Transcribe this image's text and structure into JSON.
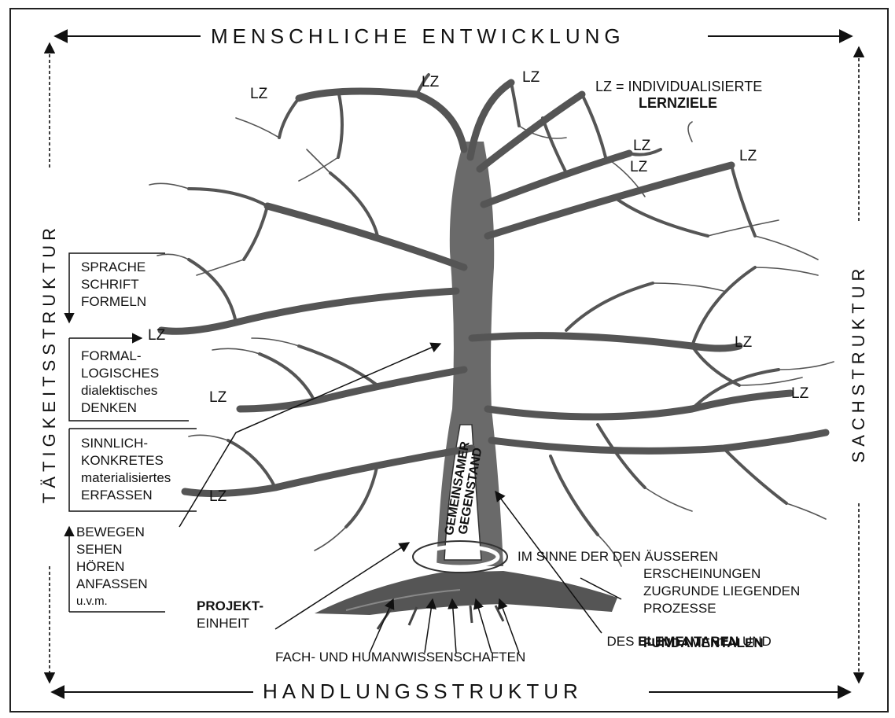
{
  "titles": {
    "top": "MENSCHLICHE ENTWICKLUNG",
    "bottom": "HANDLUNGSSTRUKTUR",
    "left": "TÄTIGKEITSSTRUKTUR",
    "right": "SACHSTRUKTUR"
  },
  "legend": {
    "line1": "LZ = INDIVIDUALISIERTE",
    "line2": "LERNZIELE"
  },
  "lz_label": "LZ",
  "levels": {
    "sprache": [
      "SPRACHE",
      "SCHRIFT",
      "FORMELN"
    ],
    "formal": [
      "FORMAL-",
      "LOGISCHES",
      "dialektisches",
      "DENKEN"
    ],
    "sinnlich": [
      "SINNLICH-",
      "KONKRETES",
      "materialisiertes",
      "ERFASSEN"
    ],
    "bewegen": [
      "BEWEGEN",
      "SEHEN",
      "HÖREN",
      "ANFASSEN",
      "u.v.m."
    ]
  },
  "trunk": {
    "line1": "GEMEINSAMER",
    "line2": "GEGENSTAND"
  },
  "projekt": {
    "line1": "PROJEKT-",
    "line2": "EINHEIT"
  },
  "sinne": {
    "line1": "IM SINNE DER DEN ÄUSSEREN",
    "line2": "ERSCHEINUNGEN",
    "line3": "ZUGRUNDE LIEGENDEN",
    "line4": "PROZESSE",
    "line5_prefix": "DES ",
    "line5_bold": "ELEMENTAREN",
    "line5_suffix": " UND",
    "line6_bold": "FUNDAMENTALEN"
  },
  "roots": "FACH- UND HUMANWISSENSCHAFTEN"
}
